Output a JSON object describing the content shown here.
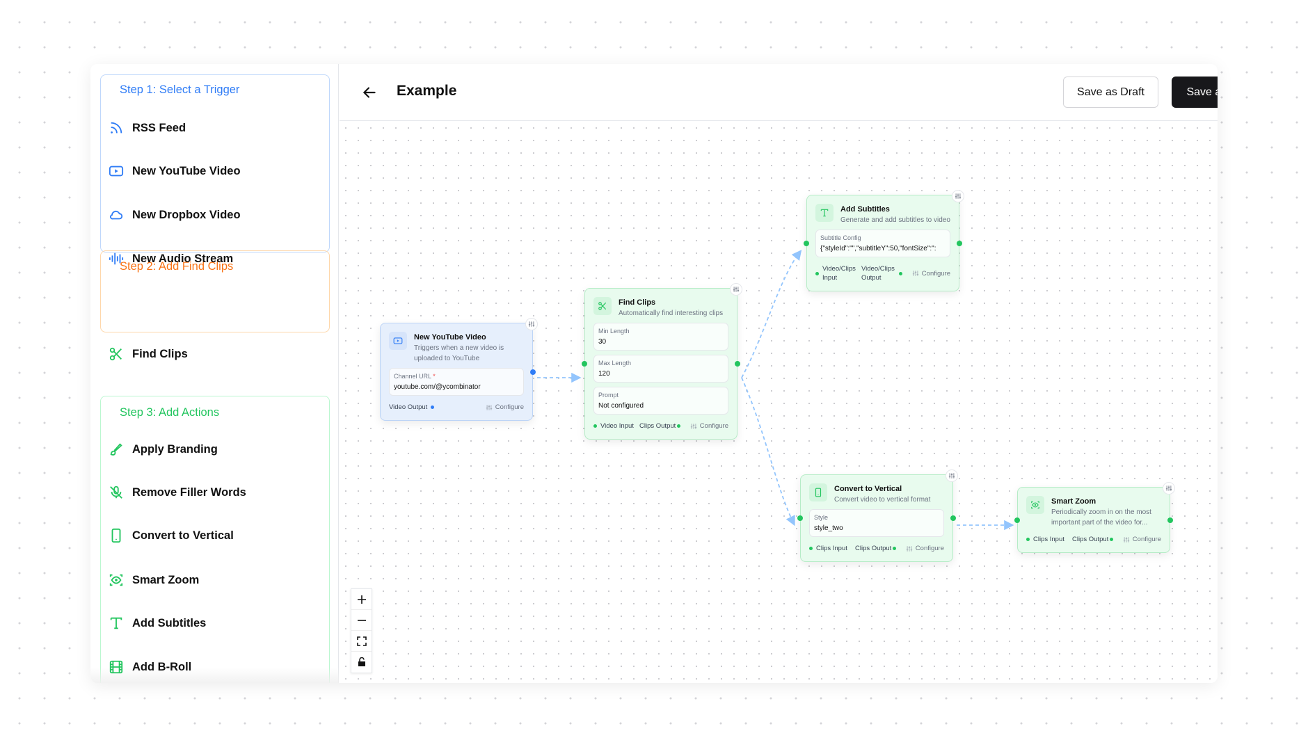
{
  "colors": {
    "trigger": "#2f7cf6",
    "find": "#f97316",
    "actions": "#22c55e",
    "edge": "#93c5fd"
  },
  "sidebar": {
    "step1": {
      "title": "Step 1: Select a Trigger",
      "items": [
        {
          "label": "RSS Feed",
          "icon": "rss-icon"
        },
        {
          "label": "New YouTube Video",
          "icon": "youtube-icon"
        },
        {
          "label": "New Dropbox Video",
          "icon": "cloud-icon"
        },
        {
          "label": "New Audio Stream",
          "icon": "audio-wave-icon"
        }
      ]
    },
    "step2": {
      "title": "Step 2: Add Find Clips",
      "items": [
        {
          "label": "Find Clips",
          "icon": "scissors-icon"
        }
      ]
    },
    "step3": {
      "title": "Step 3: Add Actions",
      "items": [
        {
          "label": "Apply Branding",
          "icon": "brush-icon"
        },
        {
          "label": "Remove Filler Words",
          "icon": "mic-off-icon"
        },
        {
          "label": "Convert to Vertical",
          "icon": "phone-icon"
        },
        {
          "label": "Smart Zoom",
          "icon": "eye-scan-icon"
        },
        {
          "label": "Add Subtitles",
          "icon": "text-icon"
        },
        {
          "label": "Add B-Roll",
          "icon": "film-icon"
        }
      ]
    }
  },
  "header": {
    "title": "Example",
    "draft": "Save as Draft",
    "activate": "Save and Activate"
  },
  "nodes": [
    {
      "id": "youtube",
      "title": "New YouTube Video",
      "desc": "Triggers when a new video is uploaded to YouTube",
      "fields": [
        {
          "label": "Channel URL",
          "required": "*",
          "value": "youtube.com/@ycombinator"
        }
      ],
      "output": "Video Output",
      "configure": "Configure"
    },
    {
      "id": "find-clips",
      "title": "Find Clips",
      "desc": "Automatically find interesting clips",
      "fields": [
        {
          "label": "Min Length",
          "value": "30"
        },
        {
          "label": "Max Length",
          "value": "120"
        },
        {
          "label": "Prompt",
          "value": "Not configured"
        }
      ],
      "input": "Video Input",
      "output": "Clips Output",
      "configure": "Configure"
    },
    {
      "id": "add-subtitles",
      "title": "Add Subtitles",
      "desc": "Generate and add subtitles to video",
      "fields": [
        {
          "label": "Subtitle Config",
          "value": "{\"styleId\":\"\",\"subtitleY\":50,\"fontSize\":\":"
        }
      ],
      "input": "Video/Clips Input",
      "output": "Video/Clips Output",
      "configure": "Configure"
    },
    {
      "id": "convert-vertical",
      "title": "Convert to Vertical",
      "desc": "Convert video to vertical format",
      "fields": [
        {
          "label": "Style",
          "value": "style_two"
        }
      ],
      "input": "Clips Input",
      "output": "Clips Output",
      "configure": "Configure"
    },
    {
      "id": "smart-zoom",
      "title": "Smart Zoom",
      "desc": "Periodically zoom in on the most important part of the video for...",
      "fields": [],
      "input": "Clips Input",
      "output": "Clips Output",
      "configure": "Configure"
    }
  ]
}
